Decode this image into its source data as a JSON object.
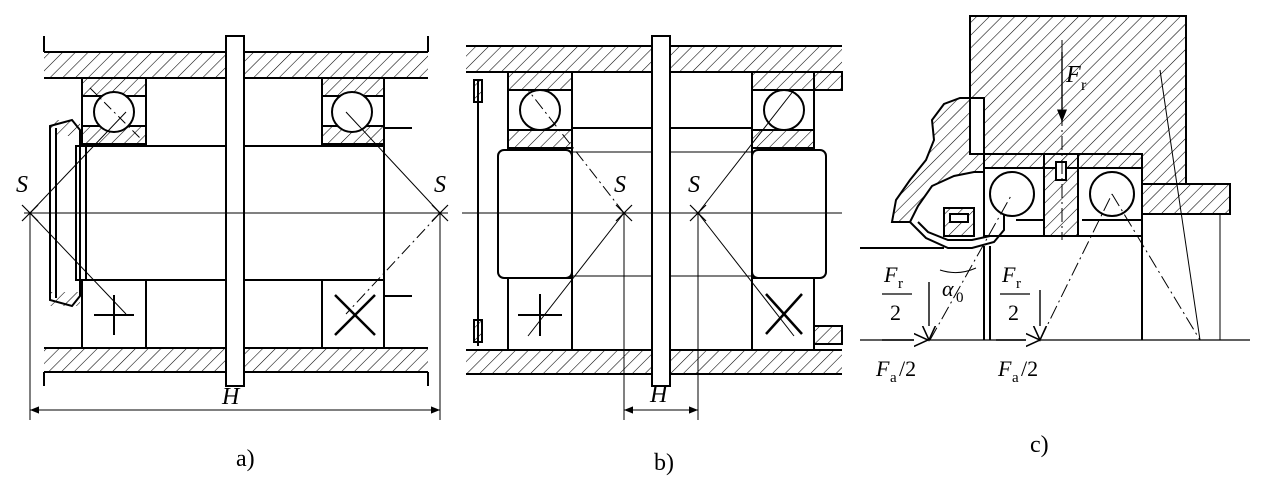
{
  "figure": {
    "panels": [
      {
        "id": "a",
        "caption": "a)",
        "labels": {
          "pressure_center_left": "S",
          "pressure_center_right": "S",
          "span": "H"
        }
      },
      {
        "id": "b",
        "caption": "b)",
        "labels": {
          "pressure_center_left": "S",
          "pressure_center_right": "S",
          "span": "H"
        }
      },
      {
        "id": "c",
        "caption": "c)",
        "labels": {
          "radial_force_symbol": "F",
          "radial_force_subscript": "r",
          "half_radial_numerator_symbol": "F",
          "half_radial_numerator_subscript": "r",
          "half_radial_denominator": "2",
          "half_axial_symbol": "F",
          "half_axial_subscript": "a",
          "half_axial_suffix": "/2",
          "contact_angle_symbol": "α",
          "contact_angle_subscript": "0"
        }
      }
    ],
    "stroke_color": "#000000",
    "background_color": "#ffffff"
  }
}
